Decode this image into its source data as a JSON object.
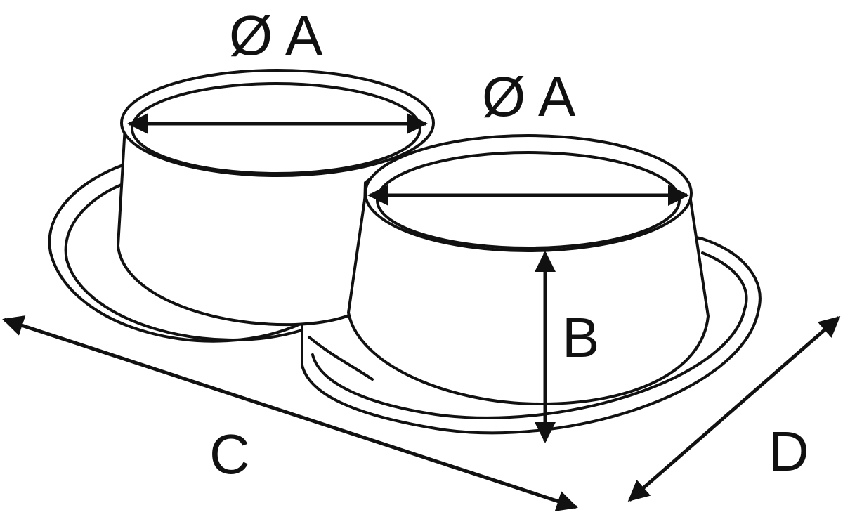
{
  "labels": {
    "diameter_left": "Ø A",
    "diameter_right": "Ø A",
    "height": "B",
    "length": "C",
    "depth": "D"
  },
  "colors": {
    "ink": "#111111",
    "background": "#ffffff"
  }
}
